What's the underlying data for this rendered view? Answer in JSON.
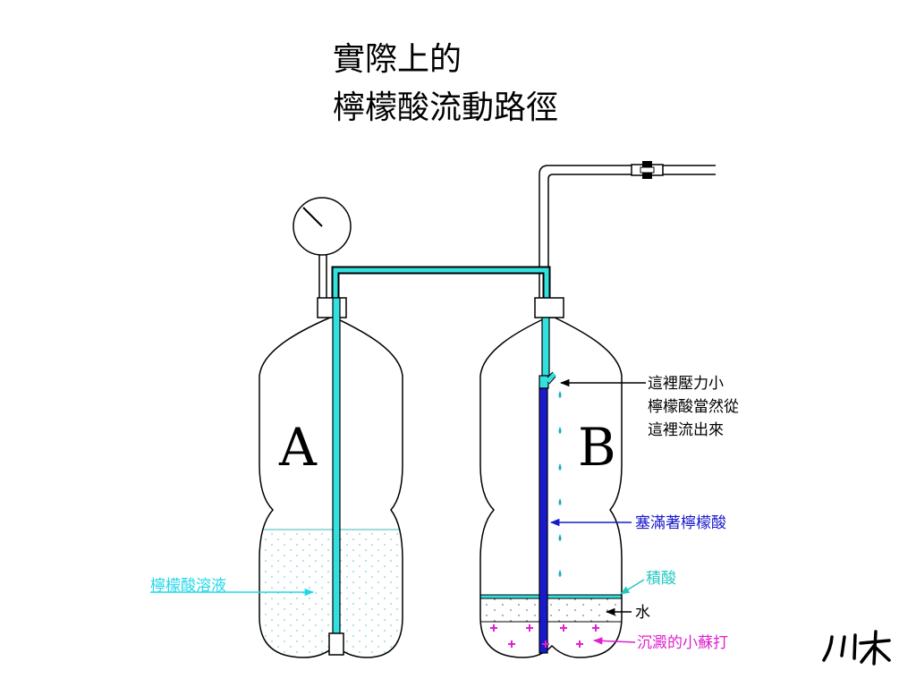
{
  "title": {
    "line1": "實際上的",
    "line2": "檸檬酸流動路徑"
  },
  "bottles": {
    "a_label": "A",
    "b_label": "B"
  },
  "annotations": {
    "pressure_line1": "這裡壓力小",
    "pressure_line2": "檸檬酸當然從",
    "pressure_line3": "這裡流出來",
    "filled_citric": "塞滿著檸檬酸",
    "accumulated_acid": "積酸",
    "water": "水",
    "sediment": "沉澱的小蘇打",
    "solution": "檸檬酸溶液"
  },
  "signature": "川木",
  "colors": {
    "tube_cyan": "#33E0E0",
    "tube_blue": "#1A1ACC",
    "liquid_dots": "#7FCFCF",
    "magenta": "#E020D0",
    "label_blue": "#1A1ACC",
    "label_cyan": "#22D8E8",
    "label_teal": "#22C8C0"
  }
}
